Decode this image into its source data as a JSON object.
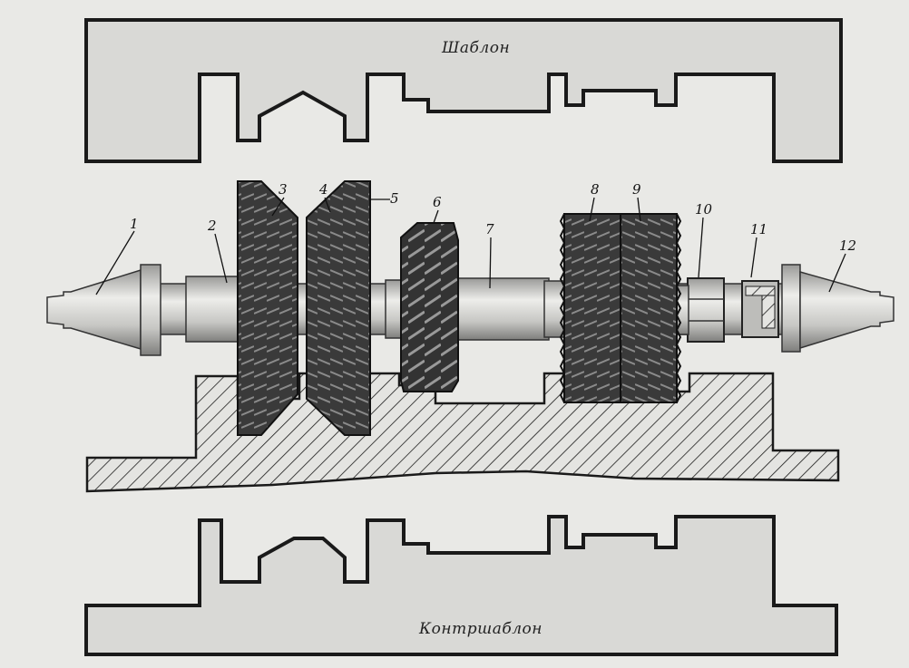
{
  "template": {
    "label": "Шаблон"
  },
  "counter_template": {
    "label": "Контршаблон"
  },
  "callouts": [
    {
      "id": "1",
      "text": "1"
    },
    {
      "id": "2",
      "text": "2"
    },
    {
      "id": "3",
      "text": "3"
    },
    {
      "id": "4",
      "text": "4"
    },
    {
      "id": "5",
      "text": "5"
    },
    {
      "id": "6",
      "text": "6"
    },
    {
      "id": "7",
      "text": "7"
    },
    {
      "id": "8",
      "text": "8"
    },
    {
      "id": "9",
      "text": "9"
    },
    {
      "id": "10",
      "text": "10"
    },
    {
      "id": "11",
      "text": "11"
    },
    {
      "id": "12",
      "text": "12"
    }
  ],
  "colors": {
    "paper": "#e9e9e6",
    "template_fill": "#d9d9d6",
    "outline": "#1a1a1a",
    "cutter_dark": "#2f2f2f",
    "cutter_mid": "#5a5a5a",
    "shaft": "#cfcfcc"
  }
}
